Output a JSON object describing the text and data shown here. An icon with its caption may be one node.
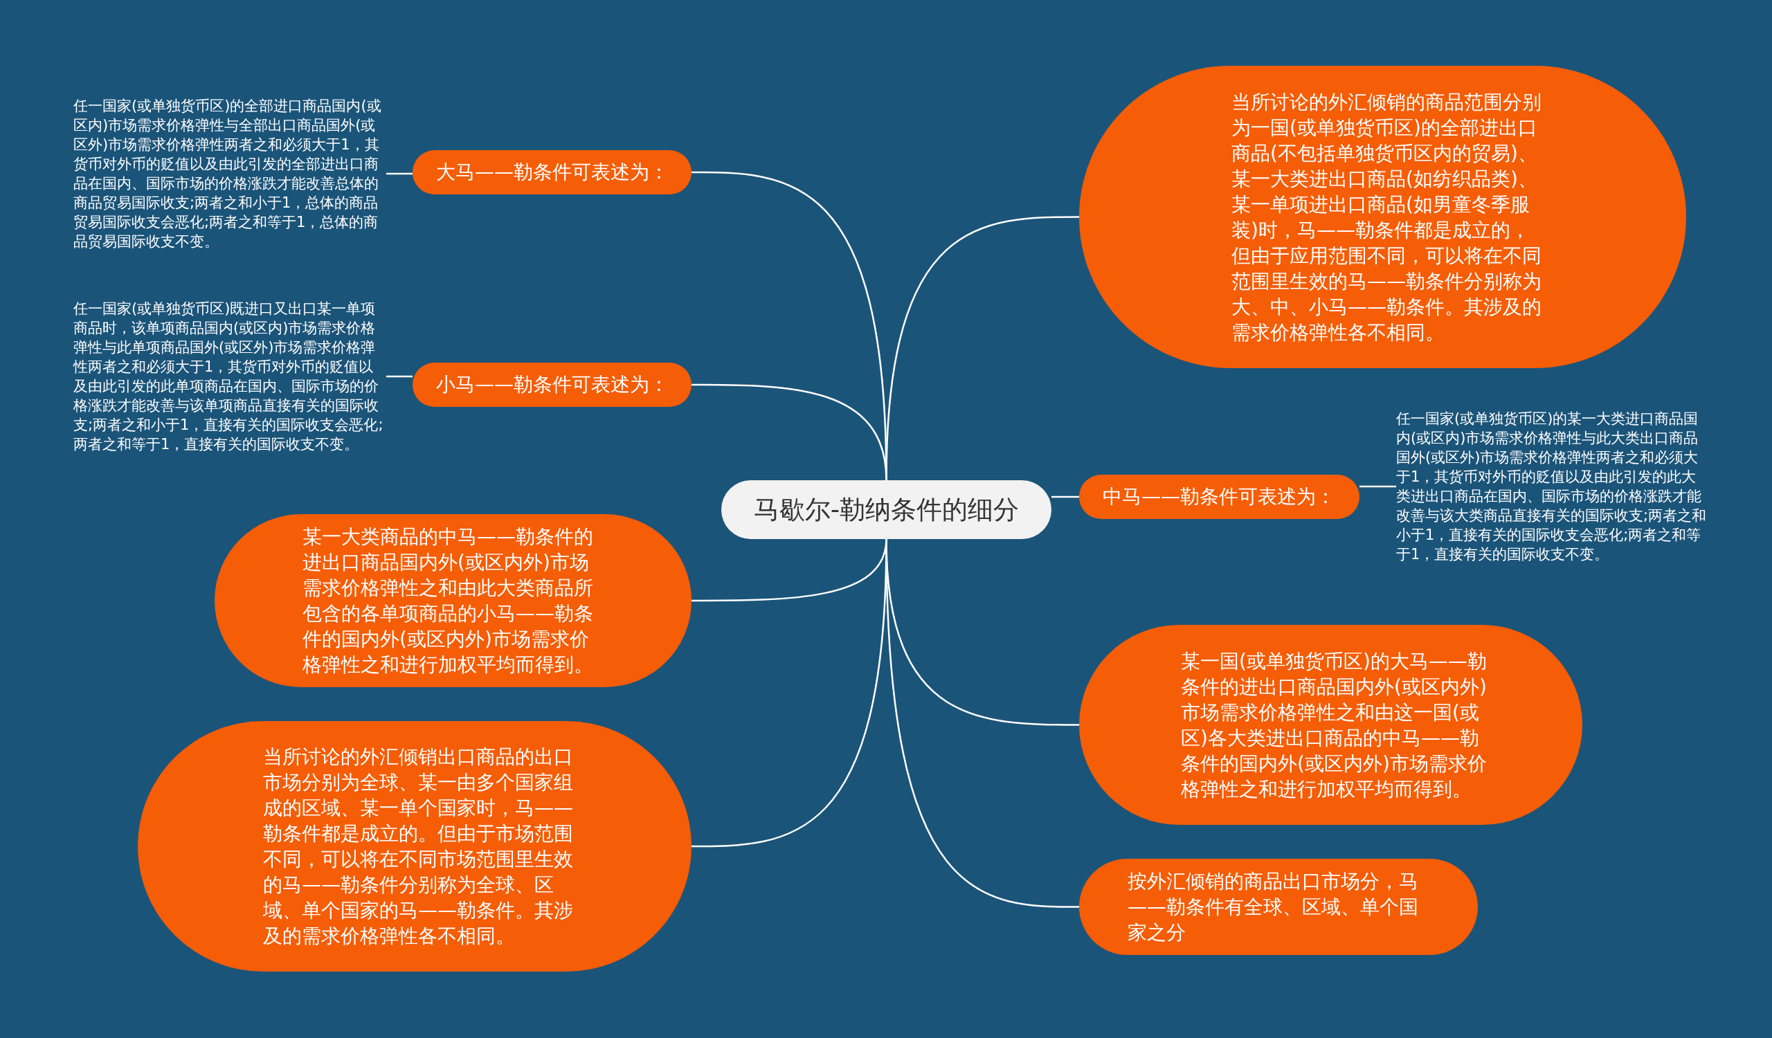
{
  "diagram": {
    "nodes": [
      {
        "text": [
          "马歇尔-勒纳条件的细分"
        ]
      },
      {
        "text": [
          "大马——勒条件可表述为："
        ]
      },
      {
        "text": [
          "任一国家(或单独货币区)的全部进口商品国内(或区内)市场需求价格弹性与全部出口商品国外(或区外)市场需求价格弹性两者之和必须大于1，其货币对外币的贬值以及由此引发的全部进出口商品在国内、国际市场的价格涨跌才能改善总体的商品贸易国际收支;两者之和小于1，总体的商品贸易国际收支会恶化;两者之和等于1，总体的商品贸易国际收支不变。"
        ]
      },
      {
        "text": [
          "小马——勒条件可表述为："
        ]
      },
      {
        "text": [
          "任一国家(或单独货币区)既进口又出口某一单项商品时，该单项商品国内(或区内)市场需求价格弹性与此单项商品国外(或区外)市场需求价格弹性两者之和必须大于1，其货币对外币的贬值以及由此引发的此单项商品在国内、国际市场的价格涨跌才能改善与该单项商品直接有关的国际收支;两者之和小于1，直接有关的国际收支会恶化;两者之和等于1，直接有关的国际收支不变。"
        ]
      },
      {
        "text": [
          "某一大类商品的中马——勒条件的进出口商品国内外(或区内外)市场需求价格弹性之和由此大类商品所包含的各单项商品的小马——勒条件的国内外(或区内外)市场需求价格弹性之和进行加权平均而得到。"
        ]
      },
      {
        "text": [
          "当所讨论的外汇倾销出口商品的出口市场分别为全球、某一由多个国家组成的区域、某一单个国家时，马——勒条件都是成立的。但由于市场范围不同，可以将在不同市场范围里生效的马——勒条件分别称为全球、区域、单个国家的马——勒条件。其涉及的需求价格弹性各不相同。"
        ]
      },
      {
        "text": [
          "当所讨论的外汇倾销的商品范围分别为一国(或单独货币区)的全部进出口商品(不包括单独货币区内的贸易)、某一大类进出口商品(如纺织品类)、某一单项进出口商品(如男童冬季服装)时，马——勒条件都是成立的，但由于应用范围不同，可以将在不同范围里生效的马——勒条件分别称为大、中、小马——勒条件。其涉及的需求价格弹性各不相同。"
        ]
      },
      {
        "text": [
          "中马——勒条件可表述为："
        ]
      },
      {
        "text": [
          "任一国家(或单独货币区)的某一大类进口商品国内(或区内)市场需求价格弹性与此大类出口商品国外(或区外)市场需求价格弹性两者之和必须大于1，其货币对外币的贬值以及由此引发的此大类进出口商品在国内、国际市场的价格涨跌才能改善与该大类商品直接有关的国际收支;两者之和小于1，直接有关的国际收支会恶化;两者之和等于1，直接有关的国际收支不变。"
        ]
      },
      {
        "text": [
          "某一国(或单独货币区)的大马——勒条件的进出口商品国内外(或区内外)市场需求价格弹性之和由这一国(或区)各大类进出口商品的中马——勒条件的国内外(或区内外)市场需求价格弹性之和进行加权平均而得到。"
        ]
      },
      {
        "text": [
          "按外汇倾销的商品出口市场分，马——勒条件有全球、区域、单个国家之分"
        ]
      }
    ],
    "edges": [
      {
        "from": 0,
        "to": 1,
        "arrow": "none"
      },
      {
        "from": 1,
        "to": 2,
        "arrow": "none"
      },
      {
        "from": 0,
        "to": 3,
        "arrow": "none"
      },
      {
        "from": 3,
        "to": 4,
        "arrow": "none"
      },
      {
        "from": 0,
        "to": 5,
        "arrow": "none"
      },
      {
        "from": 0,
        "to": 6,
        "arrow": "none"
      },
      {
        "from": 0,
        "to": 7,
        "arrow": "none"
      },
      {
        "from": 0,
        "to": 8,
        "arrow": "none"
      },
      {
        "from": 8,
        "to": 9,
        "arrow": "none"
      },
      {
        "from": 0,
        "to": 10,
        "arrow": "none"
      },
      {
        "from": 0,
        "to": 11,
        "arrow": "none"
      }
    ]
  }
}
